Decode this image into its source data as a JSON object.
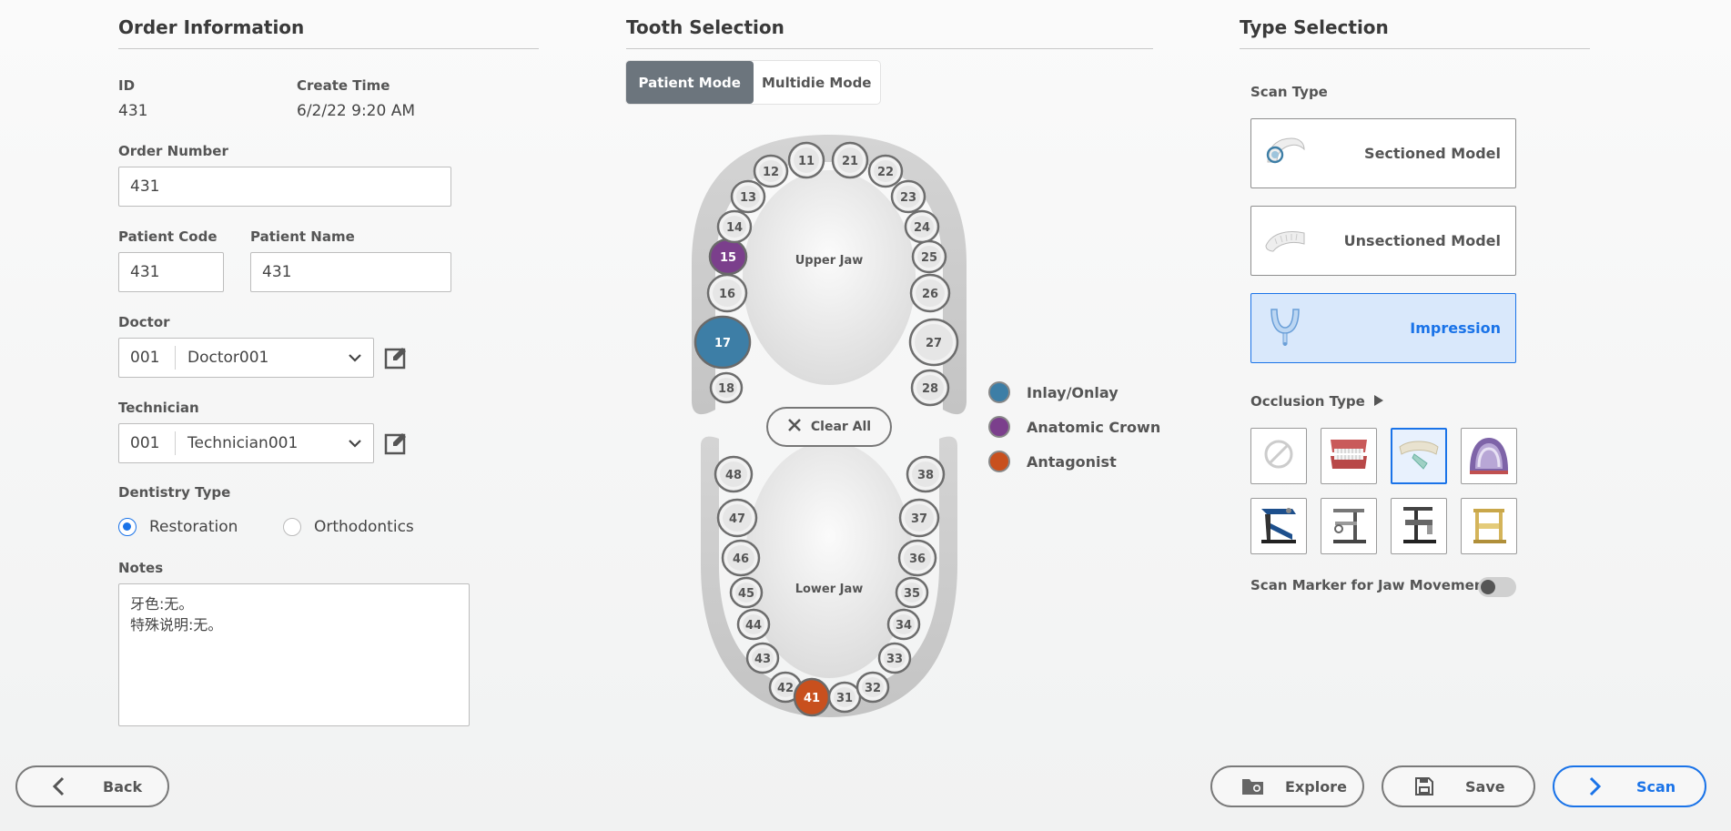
{
  "order": {
    "title": "Order Information",
    "id_label": "ID",
    "id_value": "431",
    "create_time_label": "Create Time",
    "create_time_value": "6/2/22 9:20 AM",
    "order_number_label": "Order Number",
    "order_number_value": "431",
    "patient_code_label": "Patient Code",
    "patient_code_value": "431",
    "patient_name_label": "Patient Name",
    "patient_name_value": "431",
    "doctor_label": "Doctor",
    "doctor_code": "001",
    "doctor_name": "Doctor001",
    "technician_label": "Technician",
    "technician_code": "001",
    "technician_name": "Technician001",
    "dentistry_type_label": "Dentistry Type",
    "dentistry_options": [
      "Restoration",
      "Orthodontics"
    ],
    "dentistry_selected": "Restoration",
    "notes_label": "Notes",
    "notes_value": "牙色:无。\n特殊说明:无。"
  },
  "tooth": {
    "title": "Tooth Selection",
    "modes": [
      "Patient Mode",
      "Multidie Mode"
    ],
    "active_mode": "Patient Mode",
    "upper_jaw_label": "Upper Jaw",
    "lower_jaw_label": "Lower Jaw",
    "clear_all_label": "Clear All",
    "upper_teeth": [
      "18",
      "17",
      "16",
      "15",
      "14",
      "13",
      "12",
      "11",
      "21",
      "22",
      "23",
      "24",
      "25",
      "26",
      "27",
      "28"
    ],
    "lower_teeth": [
      "48",
      "47",
      "46",
      "45",
      "44",
      "43",
      "42",
      "41",
      "31",
      "32",
      "33",
      "34",
      "35",
      "36",
      "37",
      "38"
    ],
    "highlighted": {
      "17": "Inlay/Onlay",
      "15": "Anatomic Crown",
      "41": "Antagonist"
    },
    "legend": [
      {
        "label": "Inlay/Onlay",
        "color": "#3d7ea6"
      },
      {
        "label": "Anatomic Crown",
        "color": "#7b3f8c"
      },
      {
        "label": "Antagonist",
        "color": "#c8501e"
      }
    ]
  },
  "type": {
    "title": "Type Selection",
    "scan_type_label": "Scan Type",
    "scan_types": [
      "Sectioned Model",
      "Unsectioned Model",
      "Impression"
    ],
    "active_scan_type": "Impression",
    "occlusion_type_label": "Occlusion Type",
    "scan_marker_label": "Scan Marker for Jaw Movement",
    "scan_marker_enabled": false
  },
  "footer": {
    "back_label": "Back",
    "explore_label": "Explore",
    "save_label": "Save",
    "scan_label": "Scan"
  },
  "colors": {
    "accent": "#1a73e8",
    "inlay": "#3d7ea6",
    "crown": "#7b3f8c",
    "antagonist": "#c8501e"
  }
}
